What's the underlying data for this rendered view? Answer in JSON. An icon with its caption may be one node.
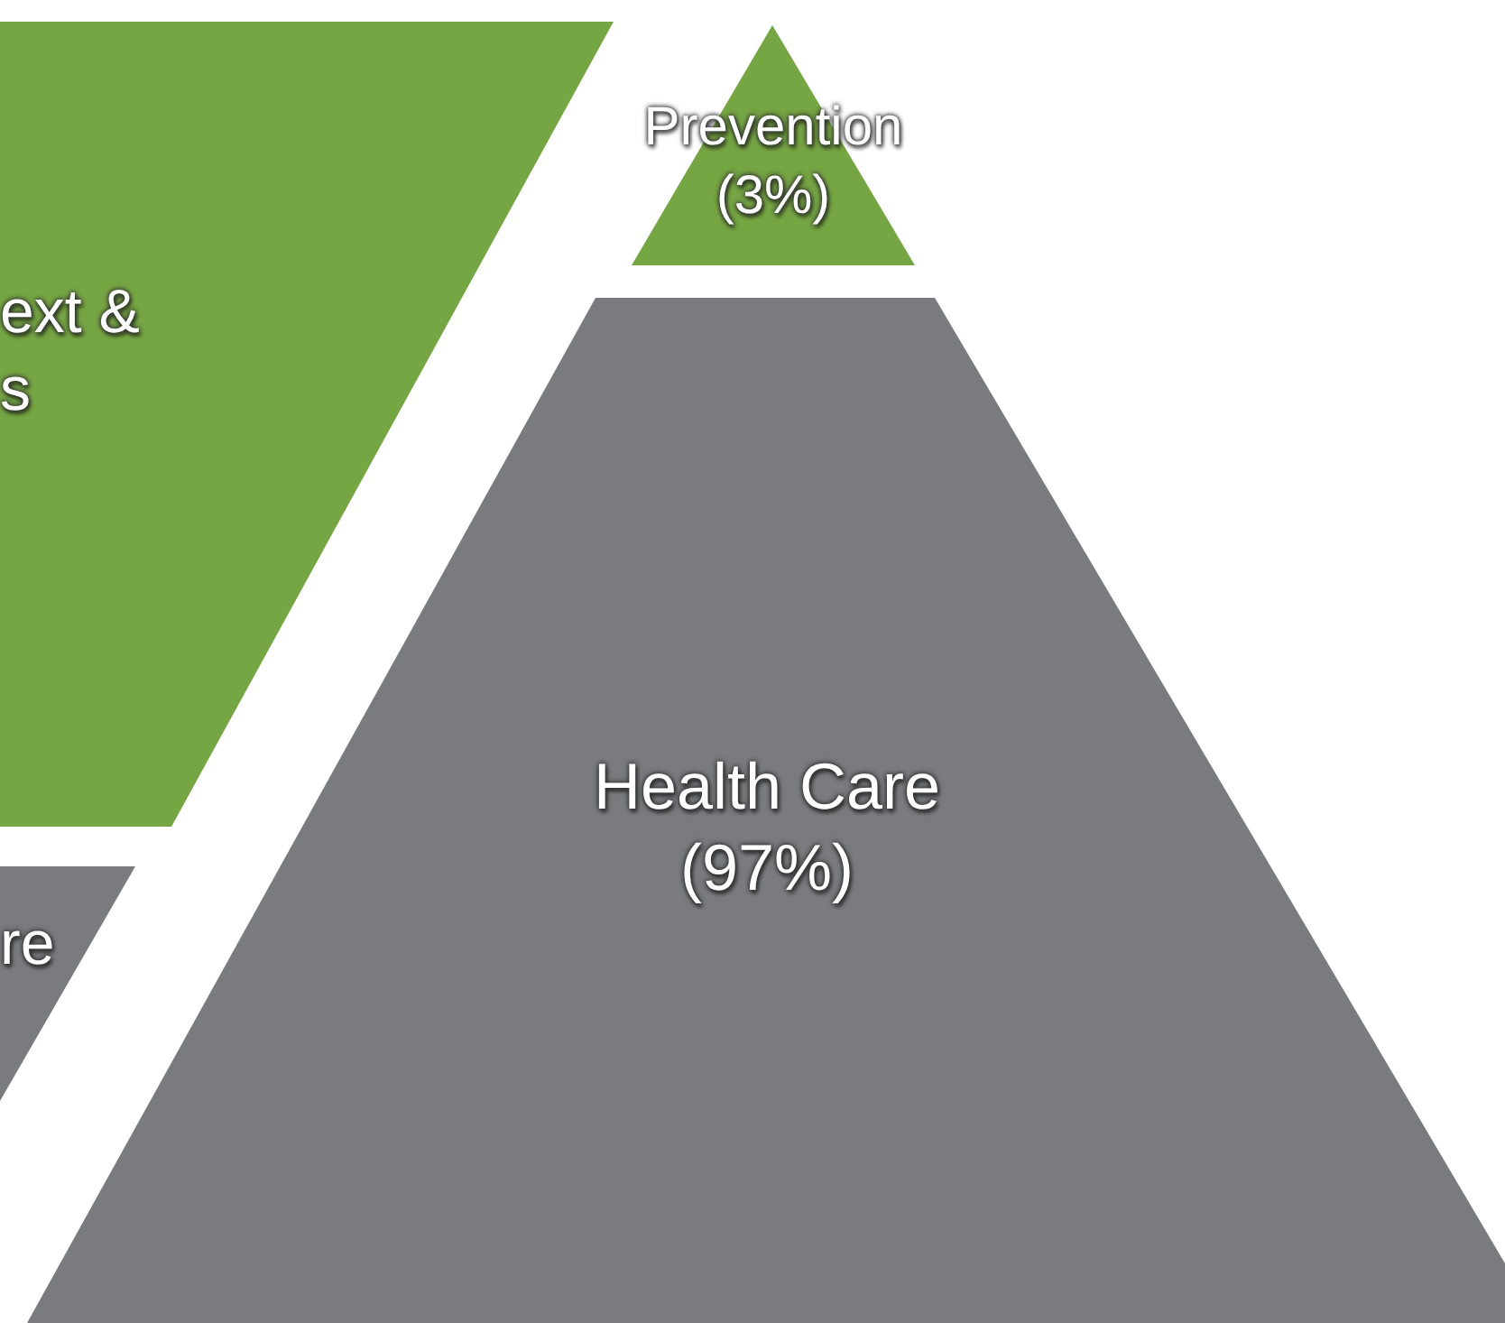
{
  "diagram": {
    "nodes": [
      {
        "text": [
          "ext & s"
        ]
      },
      {
        "text": [
          "re"
        ]
      },
      {
        "text": [
          "Prevention (3%)"
        ]
      },
      {
        "text": [
          "Health Care (97%)"
        ]
      }
    ]
  }
}
